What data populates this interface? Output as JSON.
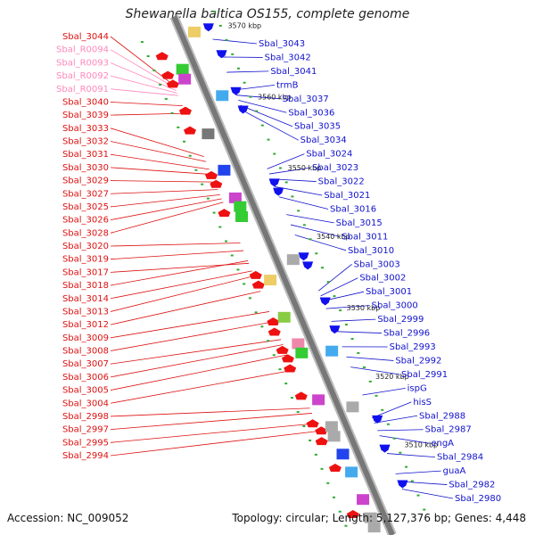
{
  "title": "Shewanella baltica OS155, complete genome",
  "footer": {
    "accession": "Accession: NC_009052",
    "summary": "Topology: circular; Length: 5,127,376 bp; Genes: 4,448"
  },
  "colors": {
    "left_label": "#dd1111",
    "left_rna_label": "#ff88bb",
    "right_label": "#1111cc",
    "backbone": "#777777",
    "forward_gene": "#ee1111",
    "reverse_gene": "#1111ee",
    "tick": "#33aa33"
  },
  "kbp_marks": [
    {
      "label": "3570 kbp",
      "pos": 0.03
    },
    {
      "label": "3560 kbp",
      "pos": 0.17
    },
    {
      "label": "3550 kbp",
      "pos": 0.31
    },
    {
      "label": "3540 kbp",
      "pos": 0.445
    },
    {
      "label": "3530 kbp",
      "pos": 0.585
    },
    {
      "label": "3520 kbp",
      "pos": 0.72
    },
    {
      "label": "3510 kbp",
      "pos": 0.855
    }
  ],
  "left_labels": [
    {
      "text": "Sbal_3044",
      "type": "gene",
      "pos": 0.095
    },
    {
      "text": "Sbal_R0094",
      "type": "rna",
      "pos": 0.1
    },
    {
      "text": "Sbal_R0093",
      "type": "rna",
      "pos": 0.105
    },
    {
      "text": "Sbal_R0092",
      "type": "rna",
      "pos": 0.11
    },
    {
      "text": "Sbal_R0091",
      "type": "rna",
      "pos": 0.115
    },
    {
      "text": "Sbal_3040",
      "type": "gene",
      "pos": 0.135
    },
    {
      "text": "Sbal_3039",
      "type": "gene",
      "pos": 0.15
    },
    {
      "text": "Sbal_3033",
      "type": "gene",
      "pos": 0.235
    },
    {
      "text": "Sbal_3032",
      "type": "gene",
      "pos": 0.245
    },
    {
      "text": "Sbal_3031",
      "type": "gene",
      "pos": 0.26
    },
    {
      "text": "Sbal_3030",
      "type": "gene",
      "pos": 0.27
    },
    {
      "text": "Sbal_3029",
      "type": "gene",
      "pos": 0.285
    },
    {
      "text": "Sbal_3027",
      "type": "gene",
      "pos": 0.3
    },
    {
      "text": "Sbal_3025",
      "type": "gene",
      "pos": 0.31
    },
    {
      "text": "Sbal_3026",
      "type": "gene",
      "pos": 0.318
    },
    {
      "text": "Sbal_3028",
      "type": "gene",
      "pos": 0.325
    },
    {
      "text": "Sbal_3020",
      "type": "gene",
      "pos": 0.405
    },
    {
      "text": "Sbal_3019",
      "type": "gene",
      "pos": 0.42
    },
    {
      "text": "Sbal_3017",
      "type": "gene",
      "pos": 0.445
    },
    {
      "text": "Sbal_3018",
      "type": "gene",
      "pos": 0.44
    },
    {
      "text": "Sbal_3014",
      "type": "gene",
      "pos": 0.46
    },
    {
      "text": "Sbal_3013",
      "type": "gene",
      "pos": 0.47
    },
    {
      "text": "Sbal_3012",
      "type": "gene",
      "pos": 0.5
    },
    {
      "text": "Sbal_3009",
      "type": "gene",
      "pos": 0.54
    },
    {
      "text": "Sbal_3008",
      "type": "gene",
      "pos": 0.56
    },
    {
      "text": "Sbal_3007",
      "type": "gene",
      "pos": 0.595
    },
    {
      "text": "Sbal_3006",
      "type": "gene",
      "pos": 0.605
    },
    {
      "text": "Sbal_3005",
      "type": "gene",
      "pos": 0.625
    },
    {
      "text": "Sbal_3004",
      "type": "gene",
      "pos": 0.655
    },
    {
      "text": "Sbal_2998",
      "type": "gene",
      "pos": 0.73
    },
    {
      "text": "Sbal_2997",
      "type": "gene",
      "pos": 0.74
    },
    {
      "text": "Sbal_2995",
      "type": "gene",
      "pos": 0.76
    },
    {
      "text": "Sbal_2994",
      "type": "gene",
      "pos": 0.775
    }
  ],
  "right_labels": [
    {
      "text": "Sbal_3043",
      "pos": 0.045
    },
    {
      "text": "Sbal_3042",
      "pos": 0.08
    },
    {
      "text": "Sbal_3041",
      "pos": 0.11
    },
    {
      "text": "trmB",
      "pos": 0.145
    },
    {
      "text": "Sbal_3037",
      "pos": 0.155
    },
    {
      "text": "Sbal_3036",
      "pos": 0.165
    },
    {
      "text": "Sbal_3035",
      "pos": 0.175
    },
    {
      "text": "Sbal_3034",
      "pos": 0.185
    },
    {
      "text": "Sbal_3024",
      "pos": 0.3
    },
    {
      "text": "Sbal_3023",
      "pos": 0.31
    },
    {
      "text": "Sbal_3022",
      "pos": 0.32
    },
    {
      "text": "Sbal_3021",
      "pos": 0.335
    },
    {
      "text": "Sbal_3016",
      "pos": 0.355
    },
    {
      "text": "Sbal_3015",
      "pos": 0.39
    },
    {
      "text": "Sbal_3011",
      "pos": 0.41
    },
    {
      "text": "Sbal_3010",
      "pos": 0.43
    },
    {
      "text": "Sbal_3003",
      "pos": 0.54
    },
    {
      "text": "Sbal_3002",
      "pos": 0.55
    },
    {
      "text": "Sbal_3001",
      "pos": 0.56
    },
    {
      "text": "Sbal_3000",
      "pos": 0.575
    },
    {
      "text": "Sbal_2999",
      "pos": 0.6
    },
    {
      "text": "Sbal_2996",
      "pos": 0.62
    },
    {
      "text": "Sbal_2993",
      "pos": 0.65
    },
    {
      "text": "Sbal_2992",
      "pos": 0.67
    },
    {
      "text": "Sbal_2991",
      "pos": 0.69
    },
    {
      "text": "ispG",
      "pos": 0.745
    },
    {
      "text": "hisS",
      "pos": 0.79
    },
    {
      "text": "Sbal_2988",
      "pos": 0.8
    },
    {
      "text": "Sbal_2987",
      "pos": 0.815
    },
    {
      "text": "engA",
      "pos": 0.825
    },
    {
      "text": "Sbal_2984",
      "pos": 0.86
    },
    {
      "text": "guaA",
      "pos": 0.9
    },
    {
      "text": "Sbal_2982",
      "pos": 0.915
    },
    {
      "text": "Sbal_2980",
      "pos": 0.93
    }
  ]
}
